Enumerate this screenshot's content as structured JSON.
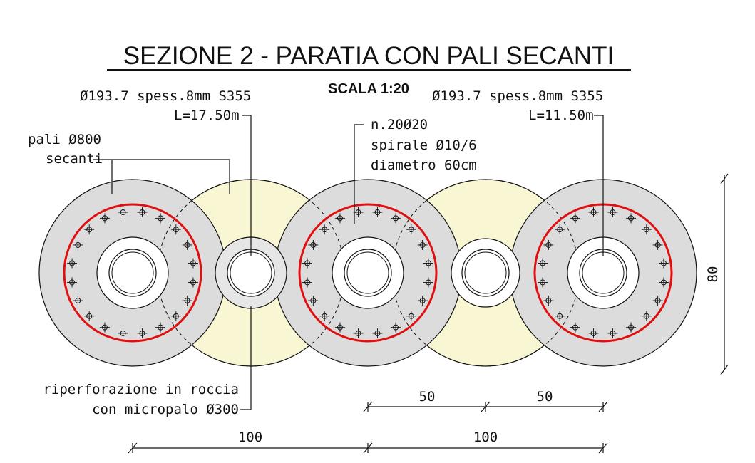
{
  "title": "SEZIONE 2 - PARATIA CON PALI SECANTI",
  "subtitle": "SCALA 1:20",
  "labels": {
    "tube_left_1": "Ø193.7 spess.8mm S355",
    "tube_left_2": "L=17.50m",
    "tube_right_1": "Ø193.7 spess.8mm S355",
    "tube_right_2": "L=11.50m",
    "piles_1": "pali Ø800",
    "piles_2": "secanti",
    "rebar_1": "n.20Ø20",
    "rebar_2": "spirale Ø10/6",
    "rebar_3": "diametro 60cm",
    "drill_1": "riperforazione in roccia",
    "drill_2": "con micropalo Ø300"
  },
  "dimensions": {
    "vertical": "80",
    "half_left": "50",
    "half_right": "50",
    "full_left": "100",
    "full_right": "100"
  },
  "colors": {
    "primary_pile": "#dcdcdc",
    "secondary_pile": "#f8f6d3",
    "rebar_cage": "#e01010",
    "line": "#111111"
  }
}
